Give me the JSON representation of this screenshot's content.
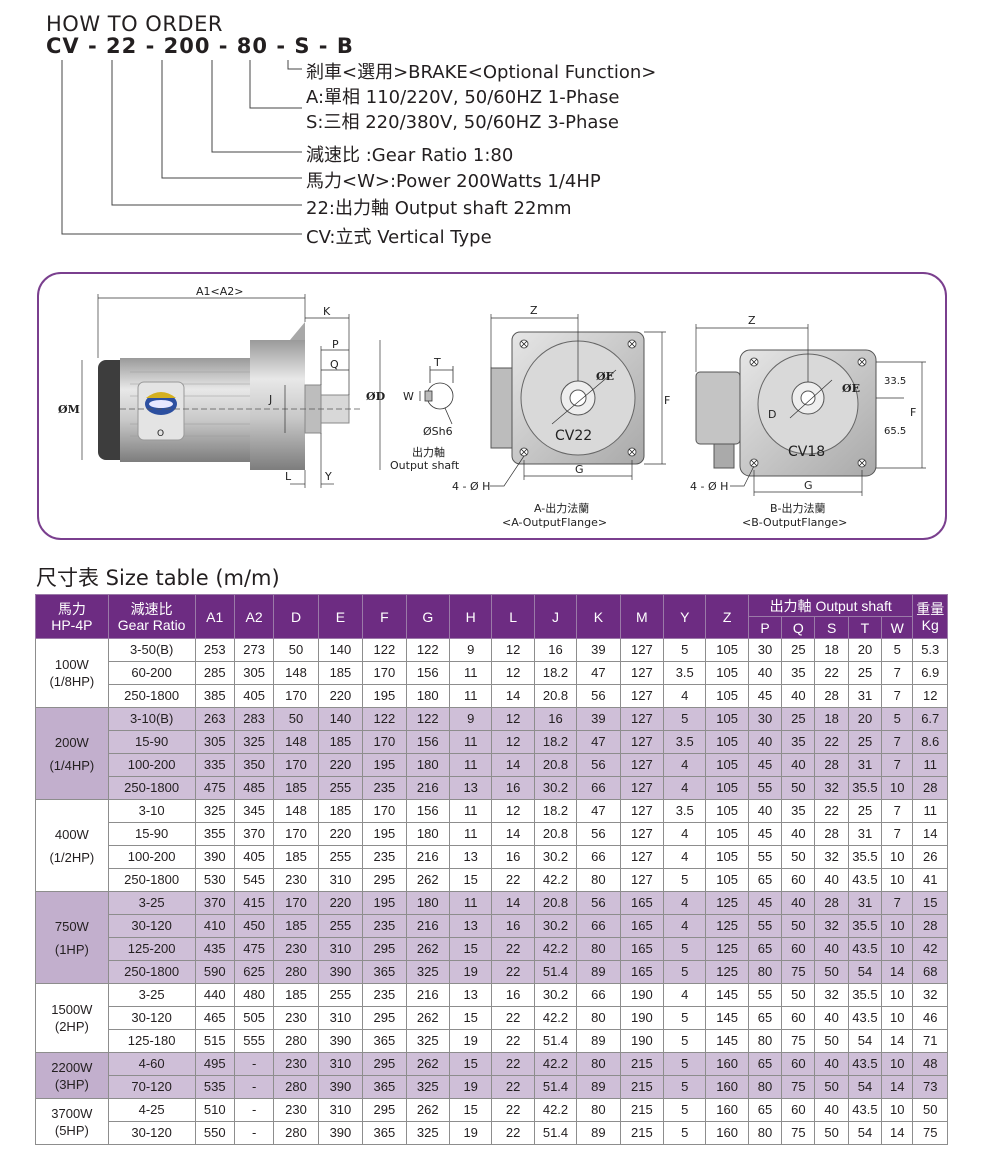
{
  "how_to_order": {
    "title": "HOW TO ORDER",
    "code_parts": [
      "CV",
      "-",
      "22",
      "-",
      "200",
      "-",
      "80",
      "-",
      "S",
      "-",
      "B"
    ],
    "descriptions": [
      "剎車<選用>BRAKE<Optional Function>",
      "A:單相 110/220V, 50/60HZ  1-Phase",
      "S:三相 220/380V, 50/60HZ  3-Phase",
      "減速比 :Gear Ratio 1:80",
      "馬力<W>:Power 200Watts 1/4HP",
      "22:出力軸 Output shaft 22mm",
      "CV:立式 Vertical Type"
    ]
  },
  "diagram": {
    "side": {
      "a1a2": "A1<A2>",
      "k": "K",
      "p": "P",
      "q": "Q",
      "m": "ØM",
      "j": "J",
      "d": "ØD",
      "l": "L",
      "y": "Y",
      "o": "O"
    },
    "shaft": {
      "t": "T",
      "w": "W",
      "sh6": "ØSh6",
      "label_cn": "出力軸",
      "label_en": "Output shaft"
    },
    "flange_a": {
      "z": "Z",
      "g": "G",
      "f": "F",
      "e": "ØE",
      "h": "4 - Ø H",
      "model": "CV22",
      "label_cn": "A-出力法蘭",
      "label_en": "<A-OutputFlange>"
    },
    "flange_b": {
      "z": "Z",
      "g": "G",
      "f": "F",
      "e": "ØE",
      "d": "D",
      "h": "4 - Ø H",
      "dim1": "33.5",
      "dim2": "65.5",
      "model": "CV18",
      "label_cn": "B-出力法蘭",
      "label_en": "<B-OutputFlange>"
    }
  },
  "size_table": {
    "title": "尺寸表 Size table (m/m)",
    "headers": {
      "hp": [
        "馬力",
        "HP-4P"
      ],
      "ratio": [
        "減速比",
        "Gear Ratio"
      ],
      "cols": [
        "A1",
        "A2",
        "D",
        "E",
        "F",
        "G",
        "H",
        "L",
        "J",
        "K",
        "M",
        "Y",
        "Z"
      ],
      "output_shaft": "出力軸 Output shaft",
      "shaft_cols": [
        "P",
        "Q",
        "S",
        "T",
        "W"
      ],
      "weight": [
        "重量",
        "Kg"
      ]
    },
    "groups": [
      {
        "hp": [
          "100W",
          "(1/8HP)"
        ],
        "shade": false,
        "rows": [
          [
            "3-50(B)",
            "253",
            "273",
            "50",
            "140",
            "122",
            "122",
            "9",
            "12",
            "16",
            "39",
            "127",
            "5",
            "105",
            "30",
            "25",
            "18",
            "20",
            "5",
            "5.3"
          ],
          [
            "60-200",
            "285",
            "305",
            "148",
            "185",
            "170",
            "156",
            "11",
            "12",
            "18.2",
            "47",
            "127",
            "3.5",
            "105",
            "40",
            "35",
            "22",
            "25",
            "7",
            "6.9"
          ],
          [
            "250-1800",
            "385",
            "405",
            "170",
            "220",
            "195",
            "180",
            "11",
            "14",
            "20.8",
            "56",
            "127",
            "4",
            "105",
            "45",
            "40",
            "28",
            "31",
            "7",
            "12"
          ]
        ]
      },
      {
        "hp": [
          "200W",
          "(1/4HP)"
        ],
        "shade": true,
        "rows": [
          [
            "3-10(B)",
            "263",
            "283",
            "50",
            "140",
            "122",
            "122",
            "9",
            "12",
            "16",
            "39",
            "127",
            "5",
            "105",
            "30",
            "25",
            "18",
            "20",
            "5",
            "6.7"
          ],
          [
            "15-90",
            "305",
            "325",
            "148",
            "185",
            "170",
            "156",
            "11",
            "12",
            "18.2",
            "47",
            "127",
            "3.5",
            "105",
            "40",
            "35",
            "22",
            "25",
            "7",
            "8.6"
          ],
          [
            "100-200",
            "335",
            "350",
            "170",
            "220",
            "195",
            "180",
            "11",
            "14",
            "20.8",
            "56",
            "127",
            "4",
            "105",
            "45",
            "40",
            "28",
            "31",
            "7",
            "11"
          ],
          [
            "250-1800",
            "475",
            "485",
            "185",
            "255",
            "235",
            "216",
            "13",
            "16",
            "30.2",
            "66",
            "127",
            "4",
            "105",
            "55",
            "50",
            "32",
            "35.5",
            "10",
            "28"
          ]
        ]
      },
      {
        "hp": [
          "400W",
          "(1/2HP)"
        ],
        "shade": false,
        "rows": [
          [
            "3-10",
            "325",
            "345",
            "148",
            "185",
            "170",
            "156",
            "11",
            "12",
            "18.2",
            "47",
            "127",
            "3.5",
            "105",
            "40",
            "35",
            "22",
            "25",
            "7",
            "11"
          ],
          [
            "15-90",
            "355",
            "370",
            "170",
            "220",
            "195",
            "180",
            "11",
            "14",
            "20.8",
            "56",
            "127",
            "4",
            "105",
            "45",
            "40",
            "28",
            "31",
            "7",
            "14"
          ],
          [
            "100-200",
            "390",
            "405",
            "185",
            "255",
            "235",
            "216",
            "13",
            "16",
            "30.2",
            "66",
            "127",
            "4",
            "105",
            "55",
            "50",
            "32",
            "35.5",
            "10",
            "26"
          ],
          [
            "250-1800",
            "530",
            "545",
            "230",
            "310",
            "295",
            "262",
            "15",
            "22",
            "42.2",
            "80",
            "127",
            "5",
            "105",
            "65",
            "60",
            "40",
            "43.5",
            "10",
            "41"
          ]
        ]
      },
      {
        "hp": [
          "750W",
          "(1HP)"
        ],
        "shade": true,
        "rows": [
          [
            "3-25",
            "370",
            "415",
            "170",
            "220",
            "195",
            "180",
            "11",
            "14",
            "20.8",
            "56",
            "165",
            "4",
            "125",
            "45",
            "40",
            "28",
            "31",
            "7",
            "15"
          ],
          [
            "30-120",
            "410",
            "450",
            "185",
            "255",
            "235",
            "216",
            "13",
            "16",
            "30.2",
            "66",
            "165",
            "4",
            "125",
            "55",
            "50",
            "32",
            "35.5",
            "10",
            "28"
          ],
          [
            "125-200",
            "435",
            "475",
            "230",
            "310",
            "295",
            "262",
            "15",
            "22",
            "42.2",
            "80",
            "165",
            "5",
            "125",
            "65",
            "60",
            "40",
            "43.5",
            "10",
            "42"
          ],
          [
            "250-1800",
            "590",
            "625",
            "280",
            "390",
            "365",
            "325",
            "19",
            "22",
            "51.4",
            "89",
            "165",
            "5",
            "125",
            "80",
            "75",
            "50",
            "54",
            "14",
            "68"
          ]
        ]
      },
      {
        "hp": [
          "1500W",
          "(2HP)"
        ],
        "shade": false,
        "rows": [
          [
            "3-25",
            "440",
            "480",
            "185",
            "255",
            "235",
            "216",
            "13",
            "16",
            "30.2",
            "66",
            "190",
            "4",
            "145",
            "55",
            "50",
            "32",
            "35.5",
            "10",
            "32"
          ],
          [
            "30-120",
            "465",
            "505",
            "230",
            "310",
            "295",
            "262",
            "15",
            "22",
            "42.2",
            "80",
            "190",
            "5",
            "145",
            "65",
            "60",
            "40",
            "43.5",
            "10",
            "46"
          ],
          [
            "125-180",
            "515",
            "555",
            "280",
            "390",
            "365",
            "325",
            "19",
            "22",
            "51.4",
            "89",
            "190",
            "5",
            "145",
            "80",
            "75",
            "50",
            "54",
            "14",
            "71"
          ]
        ]
      },
      {
        "hp": [
          "2200W",
          "(3HP)"
        ],
        "shade": true,
        "rows": [
          [
            "4-60",
            "495",
            "-",
            "230",
            "310",
            "295",
            "262",
            "15",
            "22",
            "42.2",
            "80",
            "215",
            "5",
            "160",
            "65",
            "60",
            "40",
            "43.5",
            "10",
            "48"
          ],
          [
            "70-120",
            "535",
            "-",
            "280",
            "390",
            "365",
            "325",
            "19",
            "22",
            "51.4",
            "89",
            "215",
            "5",
            "160",
            "80",
            "75",
            "50",
            "54",
            "14",
            "73"
          ]
        ]
      },
      {
        "hp": [
          "3700W",
          "(5HP)"
        ],
        "shade": false,
        "rows": [
          [
            "4-25",
            "510",
            "-",
            "230",
            "310",
            "295",
            "262",
            "15",
            "22",
            "42.2",
            "80",
            "215",
            "5",
            "160",
            "65",
            "60",
            "40",
            "43.5",
            "10",
            "50"
          ],
          [
            "30-120",
            "550",
            "-",
            "280",
            "390",
            "365",
            "325",
            "19",
            "22",
            "51.4",
            "89",
            "215",
            "5",
            "160",
            "80",
            "75",
            "50",
            "54",
            "14",
            "75"
          ]
        ]
      }
    ]
  }
}
